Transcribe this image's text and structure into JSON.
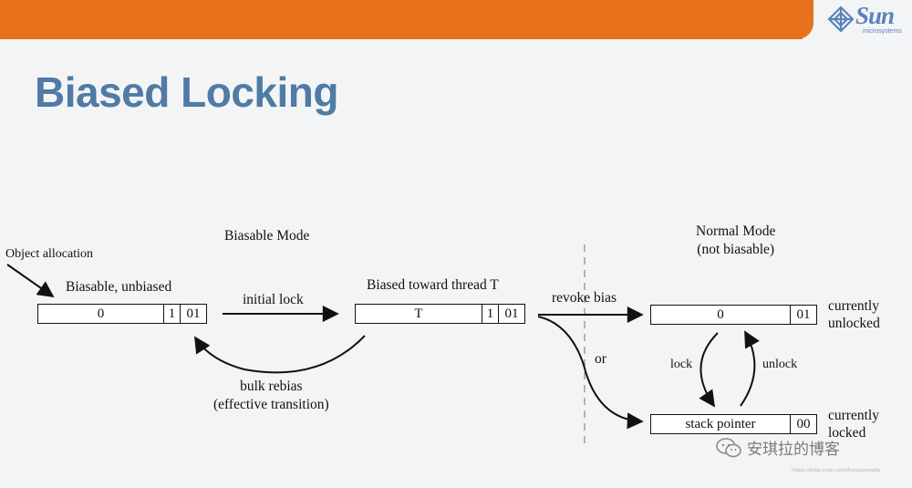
{
  "header": {
    "brand": {
      "name": "Sun",
      "sub": "microsystems",
      "accent": "#e8721c",
      "logo_color": "#5b82bd"
    }
  },
  "slide": {
    "title": "Biased Locking",
    "title_color": "#4f7ba5"
  },
  "diagram": {
    "labels": {
      "biasable_mode": "Biasable Mode",
      "normal_mode_line1": "Normal Mode",
      "normal_mode_line2": "(not biasable)",
      "object_allocation": "Object allocation",
      "biasable_unbiased": "Biasable, unbiased",
      "biased_toward": "Biased toward thread T",
      "initial_lock": "initial lock",
      "bulk_rebias_line1": "bulk rebias",
      "bulk_rebias_line2": "(effective transition)",
      "revoke_bias": "revoke bias",
      "or": "or",
      "lock": "lock",
      "unlock": "unlock",
      "currently_unlocked_line1": "currently",
      "currently_unlocked_line2": "unlocked",
      "currently_locked_line1": "currently",
      "currently_locked_line2": "locked"
    },
    "boxes": {
      "unbiased": {
        "field": "0",
        "bias_bit": "1",
        "lock_bits": "01"
      },
      "biased": {
        "field": "T",
        "bias_bit": "1",
        "lock_bits": "01"
      },
      "unlocked": {
        "field": "0",
        "lock_bits": "01"
      },
      "locked": {
        "field": "stack pointer",
        "lock_bits": "00"
      }
    }
  },
  "watermark": {
    "text": "安琪拉的博客",
    "icon": "wechat-icon",
    "url": "https://blog.csdn.net/zhongxiangbo"
  }
}
